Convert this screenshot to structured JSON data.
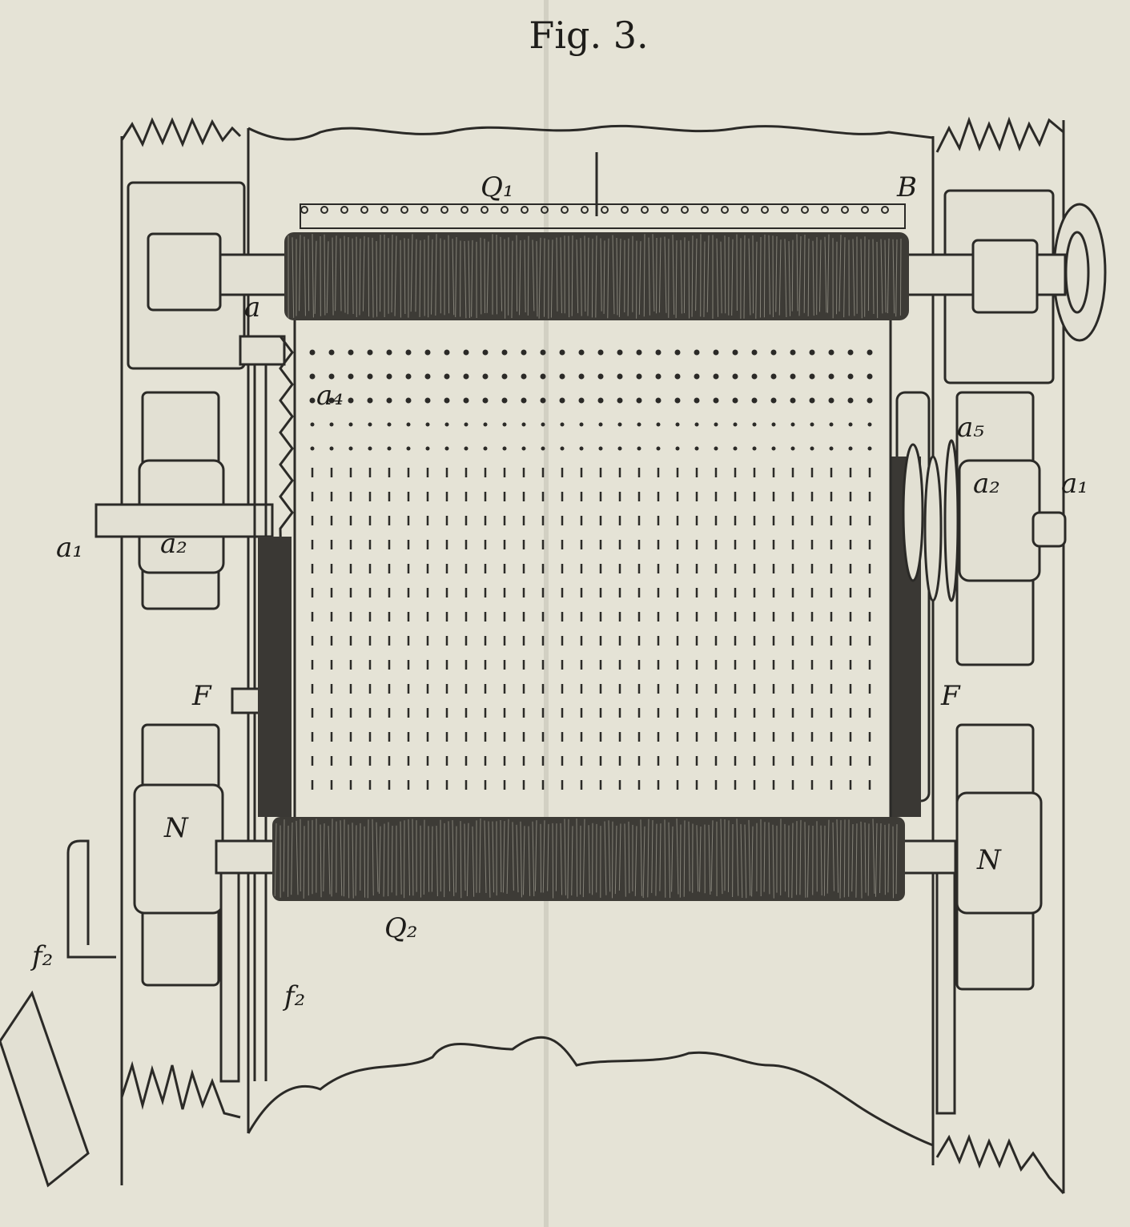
{
  "figure": {
    "title": "Fig. 3.",
    "labels": {
      "top_roller": "Q₁",
      "bottom_roller": "Q₂",
      "frame": "B",
      "a": "a",
      "a4": "a₄",
      "a5": "a₅",
      "a2_left": "a₂",
      "a2_right": "a₂",
      "a1_left": "a₁",
      "a1_right": "a₁",
      "f_left": "F",
      "f_right": "F",
      "n_left": "N",
      "n_right": "N",
      "f2_left": "f₂",
      "f2_mid": "f₂"
    }
  },
  "colors": {
    "paper": "#e5e3d6",
    "ink": "#2b2a27"
  }
}
